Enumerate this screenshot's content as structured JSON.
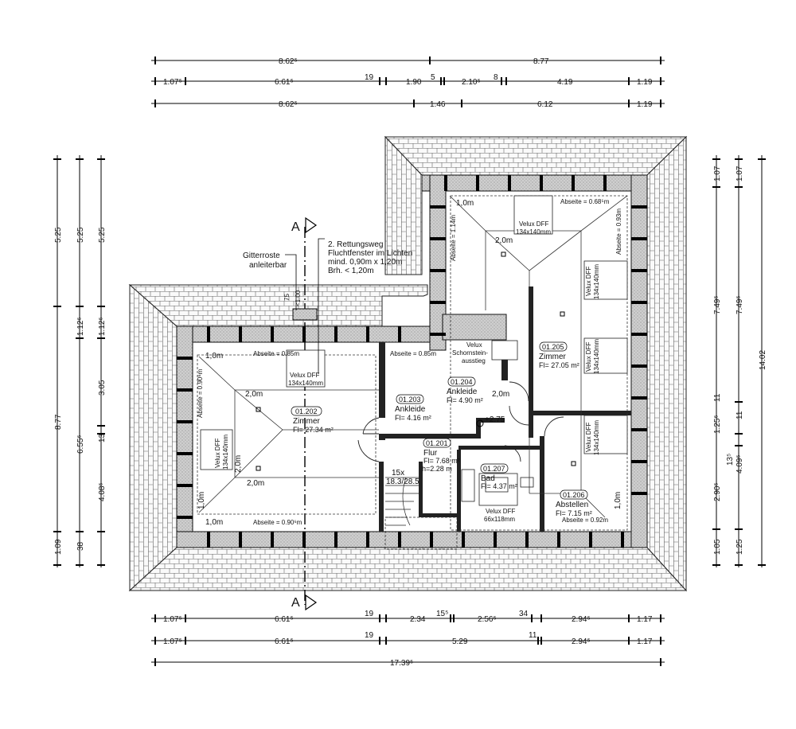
{
  "dimensions": {
    "top": [
      [
        "8.62⁵",
        "8.77"
      ],
      [
        "1.07⁵",
        "6.61⁵",
        "19",
        "1.90",
        "5",
        "2.10⁵",
        "8",
        "4.19",
        "1.19"
      ],
      [
        "8.62⁵",
        "1.46",
        "6.12",
        "1.19"
      ]
    ],
    "bottom": [
      [
        "1.07⁵",
        "6.61⁵",
        "19",
        "2.34",
        "15⁵",
        "2.56⁵",
        "34",
        "2.94⁵",
        "1.17"
      ],
      [
        "1.07⁵",
        "6.61⁵",
        "19",
        "5.29",
        "11",
        "2.94⁵",
        "1.17"
      ],
      [
        "17.39⁵"
      ]
    ],
    "left": [
      [
        "5.25",
        "8.77",
        "1.09"
      ],
      [
        "5.25",
        "1.12⁵",
        "6.55⁵",
        "38"
      ],
      [
        "5.25",
        "1.12⁵",
        "3.05",
        "13",
        "4.08⁵"
      ]
    ],
    "right": [
      [
        "1.07",
        "1.05"
      ],
      [
        "1.07",
        "7.49⁵",
        "1.25⁵",
        "13⁵",
        "2.90⁵",
        "1.25"
      ],
      [
        "7.49⁵",
        "11",
        "11",
        "4.09⁵"
      ],
      [
        "14.02"
      ]
    ]
  },
  "section": {
    "top": "A",
    "bottom": "A"
  },
  "annotations": {
    "gitter_1": "Gitterroste",
    "gitter_2": "anleiterbar",
    "escape_1": "2. Rettungsweg",
    "escape_2": "Fluchtfenster im Lichten",
    "escape_3": "mind. 0,90m x 1,20m",
    "escape_4": "Brh. < 1,20m",
    "vert_75": "75",
    "vert_100": "<1.00",
    "chimney_1": "Velux",
    "chimney_2": "Schornstein-",
    "chimney_3": "ausstieg",
    "level": "+2.75",
    "stairs_1": "15x",
    "stairs_2": "18.3/28.5"
  },
  "heights": {
    "h10": "1,0m",
    "h20": "2,0m",
    "abs_085": "Abseite = 0.85m",
    "abs_090m": "Abseite = 0.90⁶m",
    "abs_114": "Abseite = 1.14m",
    "abs_068": "Abseite = 0.68⁵m",
    "abs_093": "Abseite = 0.93m",
    "abs_092": "Abseite = 0.92m"
  },
  "windows": {
    "dff": "Velux DFF",
    "size": "134x140mm",
    "size_small": "66x118mm"
  },
  "rooms": [
    {
      "id": "01.202",
      "name": "Zimmer",
      "area": "Fl=   27.34 m²"
    },
    {
      "id": "01.203",
      "name": "Ankleide",
      "area": "Fl=   4.16 m²"
    },
    {
      "id": "01.204",
      "name": "Ankleide",
      "area": "Fl=   4.90 m²"
    },
    {
      "id": "01.205",
      "name": "Zimmer",
      "area": "Fl=   27.05 m²"
    },
    {
      "id": "01.201",
      "name": "Flur",
      "area": "Fl=   7.68 m²",
      "extra": "h=2.28 m"
    },
    {
      "id": "01.207",
      "name": "Bad",
      "area": "Fl=   4.37 m²"
    },
    {
      "id": "01.206",
      "name": "Abstellen",
      "area": "Fl=   7.15 m²"
    }
  ]
}
